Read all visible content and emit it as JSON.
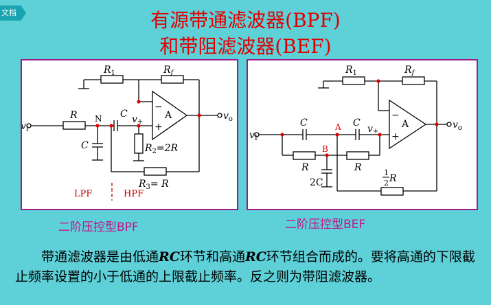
{
  "badge": "文档",
  "title_line1": "有源带通滤波器(BPF)",
  "title_line2": "和带阻滤波器(BEF)",
  "bpf": {
    "r1": "R",
    "r1_sub": "1",
    "rf": "R",
    "rf_sub": "f",
    "amp": "A",
    "minus": "−",
    "plus": "+",
    "vin": "v",
    "vin_sub": "I",
    "vout": "v",
    "vout_sub": "o",
    "r_series": "R",
    "node_n": "N",
    "c_series": "C",
    "vplus": "v",
    "vplus_sub": "+",
    "c_shunt": "C",
    "r2": "R",
    "r2_sub": "2",
    "r2_val": "=2R",
    "r3": "R",
    "r3_sub": "3",
    "r3_val": "= R",
    "lpf": "LPF",
    "hpf": "HPF"
  },
  "bef": {
    "r1": "R",
    "r1_sub": "1",
    "rf": "R",
    "rf_sub": "f",
    "amp": "A",
    "minus": "−",
    "plus": "+",
    "vin": "v",
    "vin_sub": "I",
    "vout": "v",
    "vout_sub": "o",
    "c1": "C",
    "c2": "C",
    "node_a": "A",
    "node_b": "B",
    "vplus": "v",
    "vplus_sub": "+",
    "r_left": "R",
    "r_right": "R",
    "c_2c": "2C",
    "half_num": "1",
    "half_den": "2",
    "half_r": "R"
  },
  "caption_bpf": "二阶压控型BPF",
  "caption_bef": "二阶压控型BEF",
  "body": {
    "p1": "带通滤波器是由低通",
    "rc1": "RC",
    "p2": "环节和高通",
    "rc2": "RC",
    "p3": "环节组合而成的。要将高通的下限截止频率设置的小于低通的上限截止频率。反之则为带阻滤波器。"
  },
  "colors": {
    "background": "#5ed0d8",
    "title": "#e00000",
    "caption": "#c0178a",
    "frame": "#9b1b8a",
    "node": "#e00000",
    "label_red": "#c00000"
  }
}
